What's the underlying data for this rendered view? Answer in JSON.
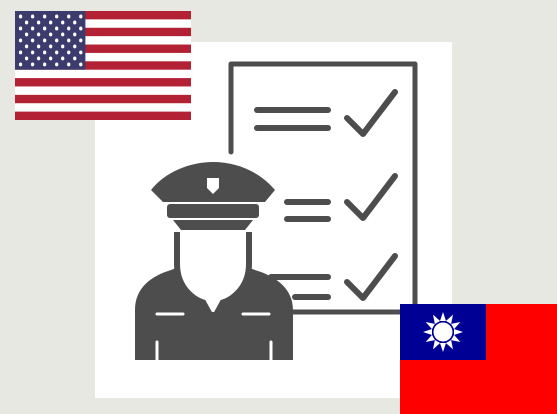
{
  "colors": {
    "background": "#e6e8e1",
    "card": "#ffffff",
    "icon": "#4d4d4d",
    "us_red": "#b22234",
    "us_blue": "#3c3b6e",
    "tw_red": "#fe0000",
    "tw_blue": "#000095"
  },
  "illustration": {
    "icon": "officer-checklist-icon",
    "checklist_items": 3
  },
  "flags": [
    {
      "name": "us-flag",
      "icon": "us-flag-icon"
    },
    {
      "name": "taiwan-flag",
      "icon": "taiwan-flag-icon"
    }
  ]
}
